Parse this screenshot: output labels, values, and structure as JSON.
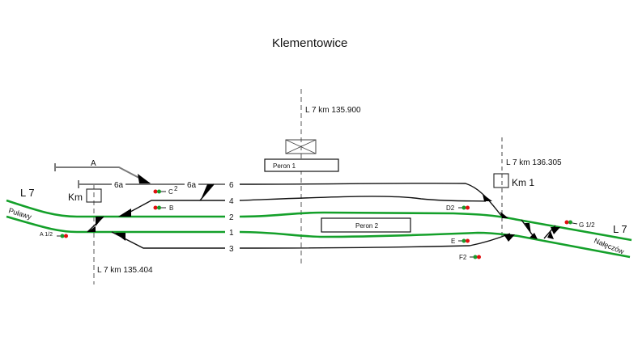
{
  "title": "Klementowice",
  "colors": {
    "main_line": "#14a02a",
    "siding": "#111111",
    "dead_end": "#7a7a7a",
    "signal_red": "#e01010",
    "signal_green": "#1a9a2a"
  },
  "kilometrage": {
    "left": "L 7  km  135.404",
    "center": "L 7  km  135.900",
    "right": "L 7  km  136.305"
  },
  "line_labels": {
    "left_line": "L 7",
    "left_direction": "Puławy",
    "right_line": "L 7",
    "right_direction": "Nałęczów"
  },
  "posts": {
    "left": "Km",
    "right": "Km 1"
  },
  "platforms": {
    "p1": "Peron 1",
    "p2": "Peron 2"
  },
  "tracks": {
    "t6": "6",
    "t4": "4",
    "t2": "2",
    "t1": "1",
    "t3": "3",
    "t6a_left": "6a",
    "t6a_right": "6a",
    "tA": "A"
  },
  "signals": {
    "a12": "A 1/2",
    "c2": "C",
    "c2_sup": "2",
    "b": "B",
    "d2": "D2",
    "e": "E",
    "f2": "F2",
    "g12": "G 1/2"
  }
}
